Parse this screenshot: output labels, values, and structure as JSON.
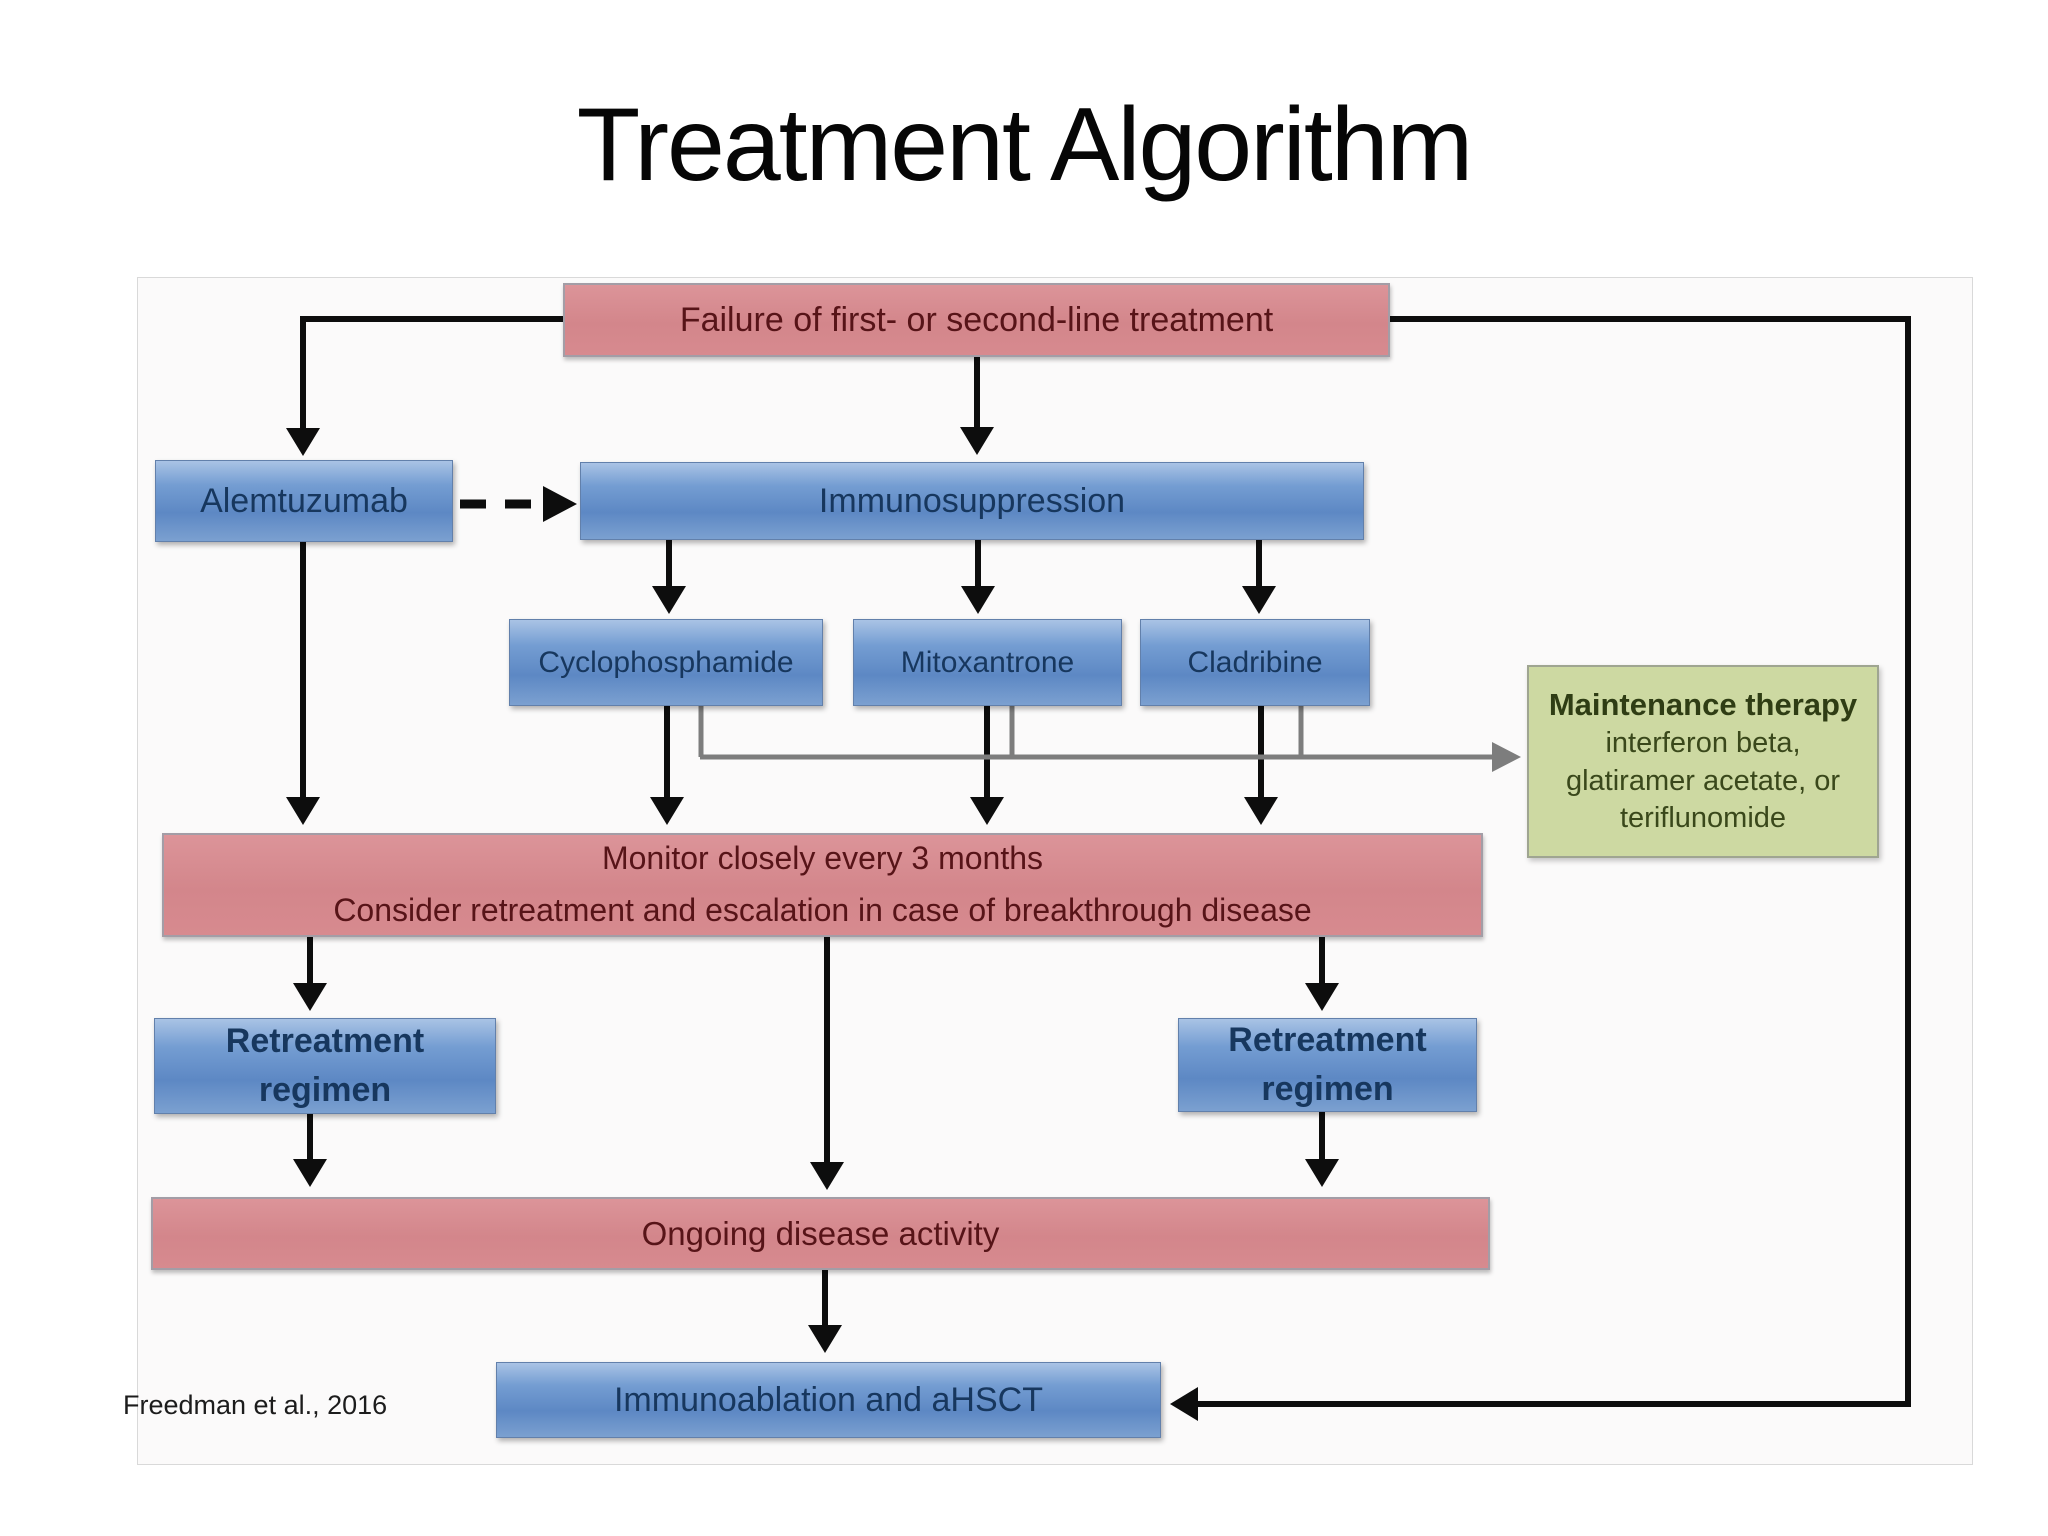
{
  "slide": {
    "title": "Treatment Algorithm",
    "citation": "Freedman et al., 2016"
  },
  "nodes": {
    "failure": {
      "label": "Failure of first- or second-line treatment"
    },
    "alemtuzumab": {
      "label": "Alemtuzumab"
    },
    "immunosuppression": {
      "label": "Immunosuppression"
    },
    "cyclophosphamide": {
      "label": "Cyclophosphamide"
    },
    "mitoxantrone": {
      "label": "Mitoxantrone"
    },
    "cladribine": {
      "label": "Cladribine"
    },
    "maintenance": {
      "title": "Maintenance therapy",
      "line1": "interferon beta,",
      "line2": "glatiramer acetate, or",
      "line3": "teriflunomide"
    },
    "monitor": {
      "line1": "Monitor closely every 3 months",
      "line2": "Consider retreatment and escalation in case of breakthrough disease"
    },
    "retreatment_left": {
      "line1": "Retreatment",
      "line2": "regimen"
    },
    "retreatment_right": {
      "line1": "Retreatment",
      "line2": "regimen"
    },
    "ongoing": {
      "label": "Ongoing disease activity"
    },
    "ahsct": {
      "label": "Immunoablation and aHSCT"
    }
  },
  "colors": {
    "pink_fill": "#d5888d",
    "pink_text": "#571418",
    "blue_fill": "#5d88c4",
    "blue_text": "#17375e",
    "green_fill": "#cdd9a2",
    "green_text": "#3a481b",
    "arrow_black": "#0d0d0d",
    "arrow_gray": "#7d7d7d"
  }
}
